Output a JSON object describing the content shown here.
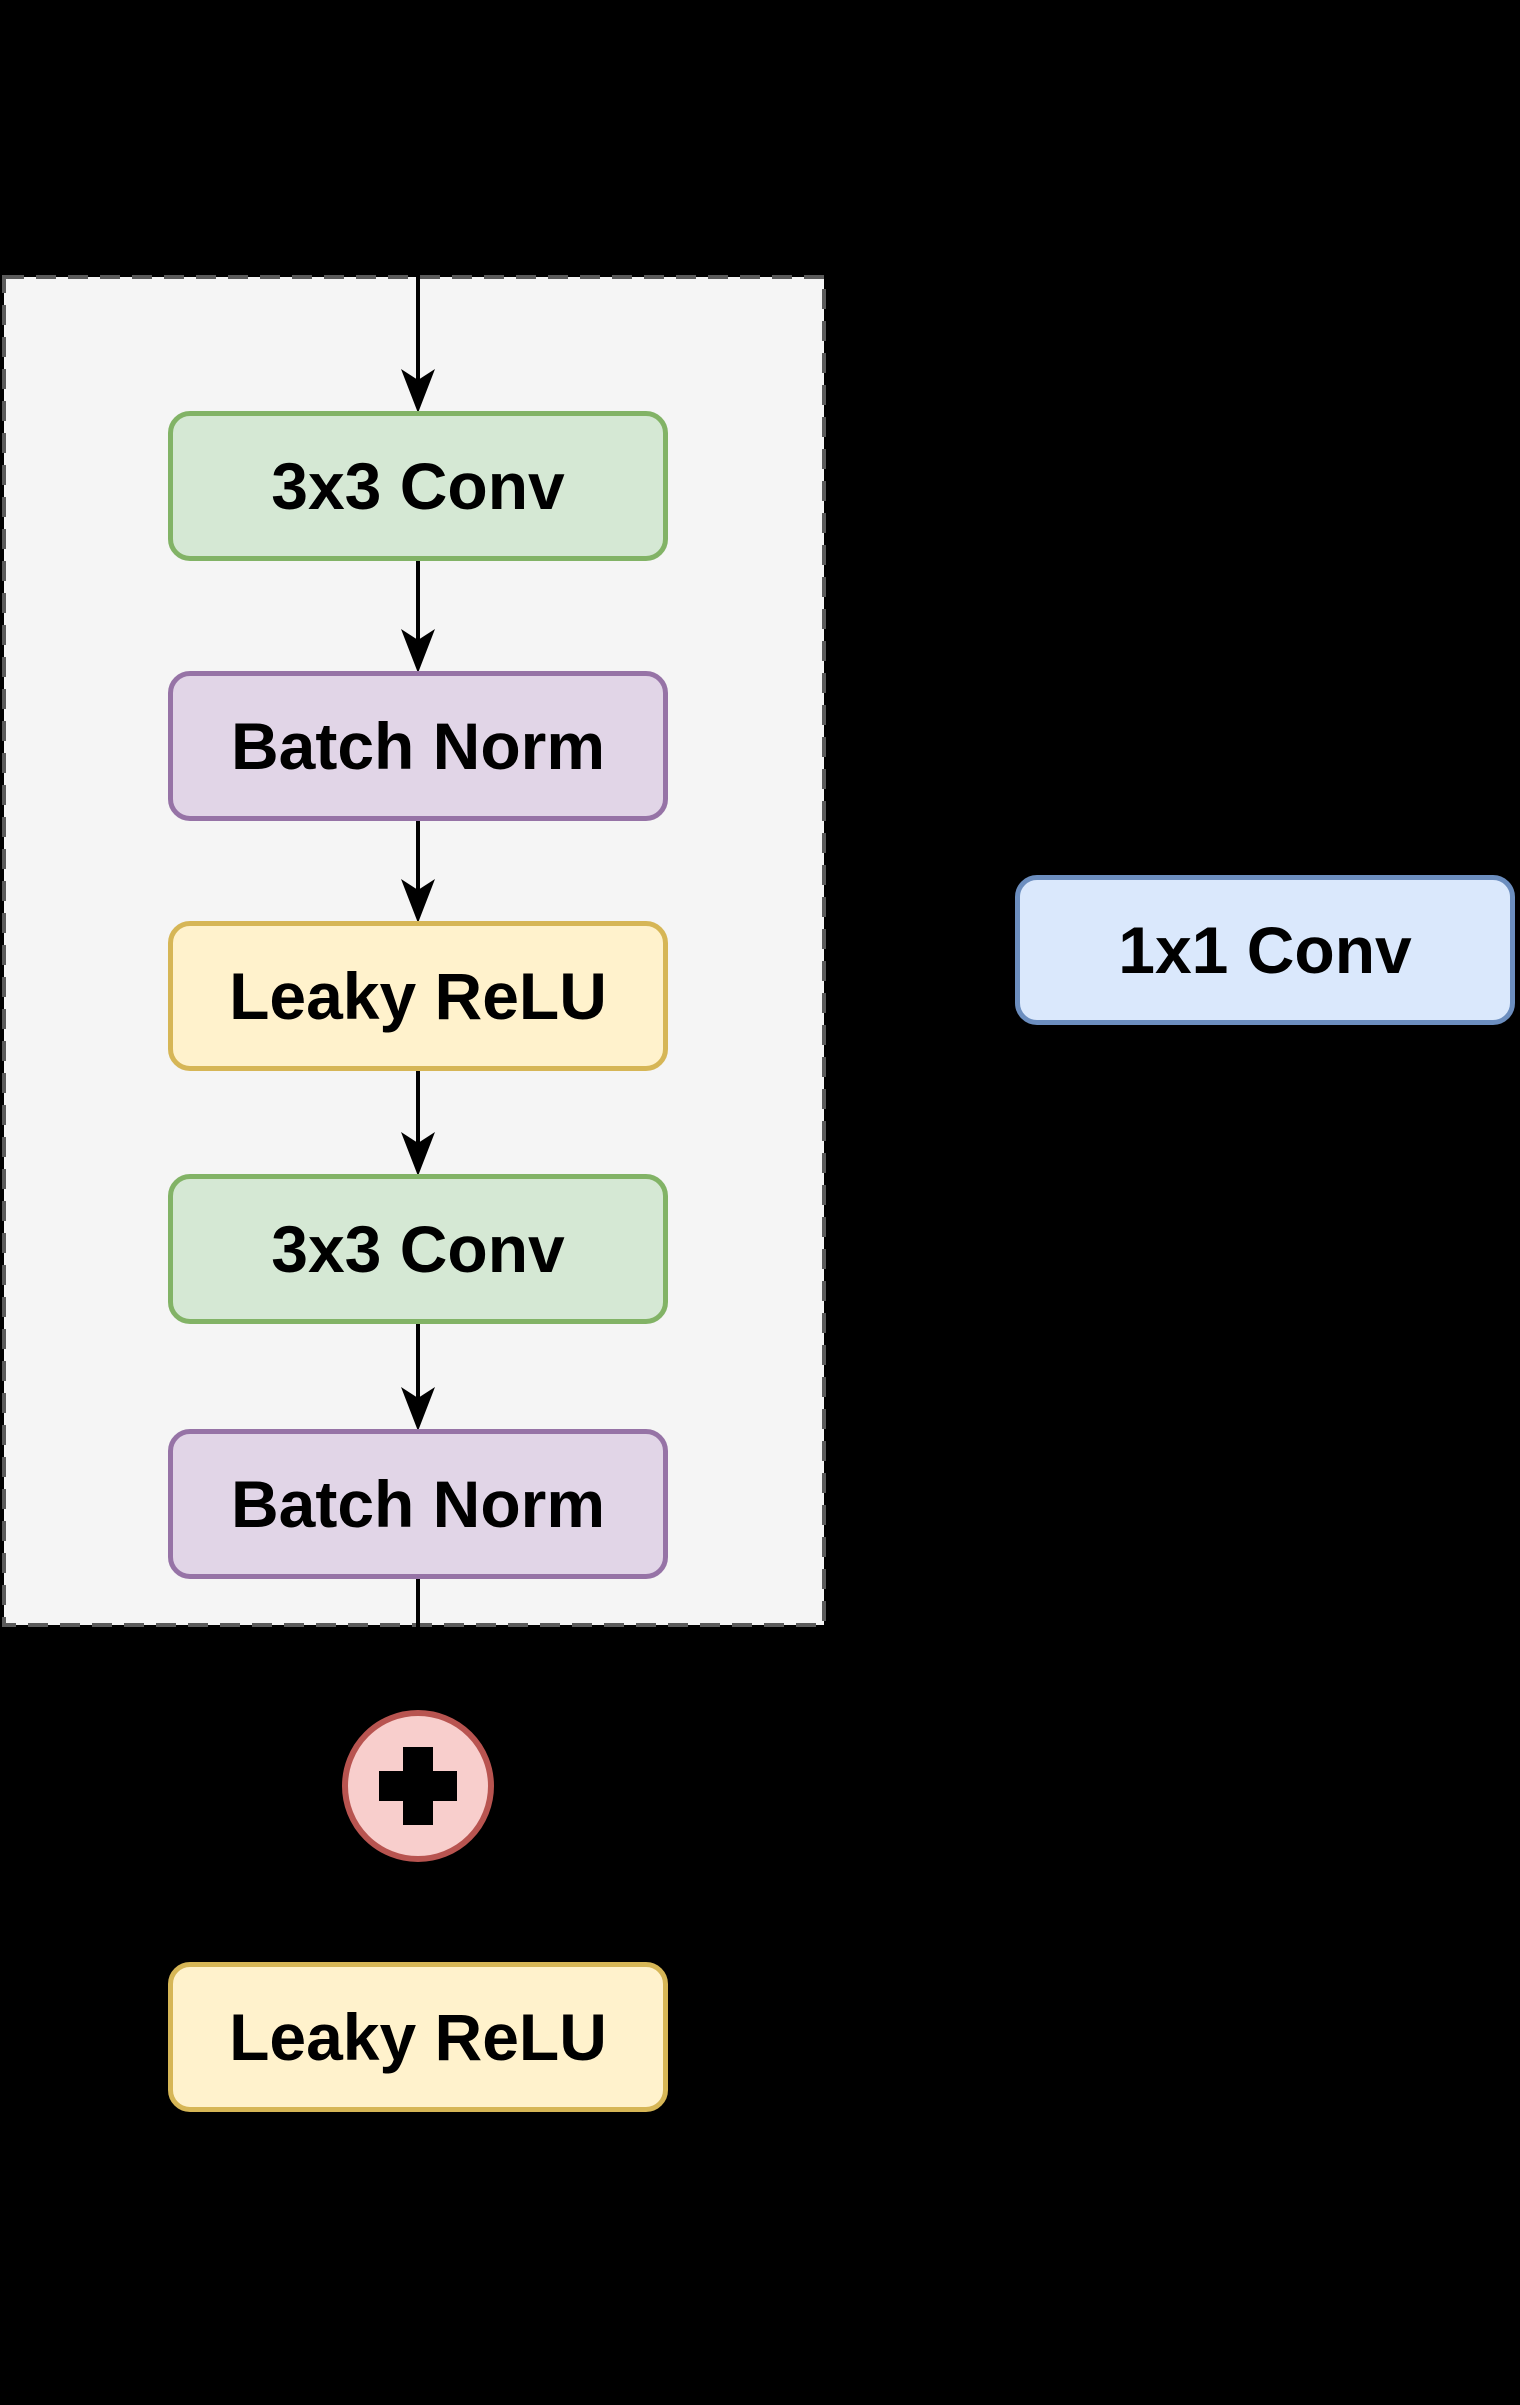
{
  "diagram": {
    "type": "flowchart",
    "description": "Residual block: stacked conv/batch-norm/activation layers inside a dashed group, with 1x1 Conv skip connection, elementwise add, and final activation",
    "background_color": "#000000",
    "container": {
      "fill": "#f5f5f5",
      "border_color": "#5b5b5b",
      "border_style": "dashed"
    },
    "nodes": [
      {
        "label": "3x3 Conv",
        "fill": "#d5e8d4",
        "stroke": "#82b366"
      },
      {
        "label": "Batch Norm",
        "fill": "#e1d5e7",
        "stroke": "#9673a6"
      },
      {
        "label": "Leaky ReLU",
        "fill": "#fff2cc",
        "stroke": "#d6b656"
      },
      {
        "label": "3x3 Conv",
        "fill": "#d5e8d4",
        "stroke": "#82b366"
      },
      {
        "label": "Batch Norm",
        "fill": "#e1d5e7",
        "stroke": "#9673a6"
      },
      {
        "label": "1x1 Conv",
        "fill": "#dae8fc",
        "stroke": "#6c8ebf"
      },
      {
        "label": "+",
        "fill": "#f8cecc",
        "stroke": "#b85450"
      },
      {
        "label": "Leaky ReLU",
        "fill": "#fff2cc",
        "stroke": "#d6b656"
      }
    ],
    "arrow_color": "#000000",
    "text_color": "#000000"
  }
}
